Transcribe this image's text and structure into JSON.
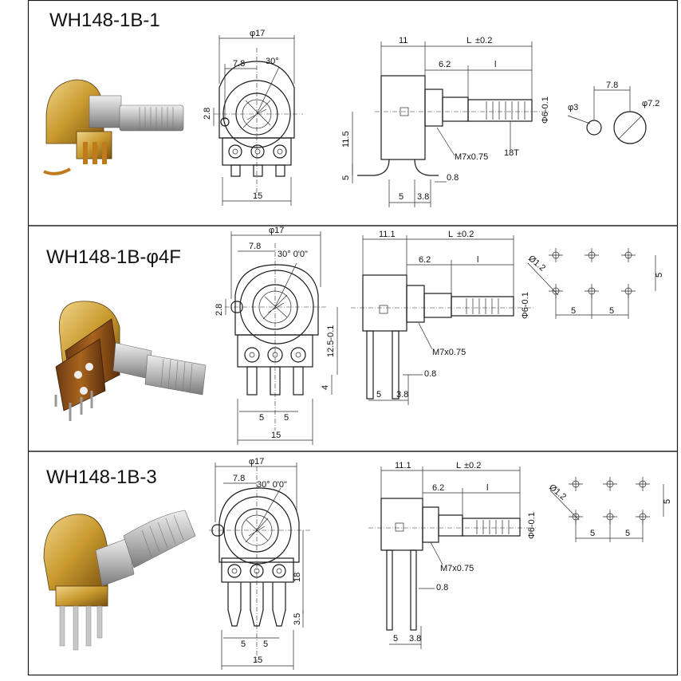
{
  "sections": [
    {
      "title": "WH148-1B-1",
      "front": {
        "d17": "φ17",
        "d7_8": "7.8",
        "angle": "30°",
        "d2_8": "2.8",
        "d15": "15"
      },
      "side": {
        "d11": "11",
        "L": "L",
        "Ltol": "±0.2",
        "d6_2": "6.2",
        "l": "l",
        "d11_5": "11.5",
        "d5a": "5",
        "d5b": "5",
        "d3_8": "3.8",
        "d0_8": "0.8",
        "thread": "M7x0.75",
        "knurl": "18T",
        "shaft": "Φ6-0.1"
      },
      "holes": {
        "d7_8": "7.8",
        "d3": "φ3",
        "d7_2": "φ7.2"
      }
    },
    {
      "title": "WH148-1B-φ4F",
      "front": {
        "d17": "φ17",
        "d7_8": "7.8",
        "angle": "30° 0'0\"",
        "d2_8": "2.8",
        "d12_5": "12.5-0.1",
        "d4": "4",
        "d5a": "5",
        "d5b": "5",
        "d15": "15"
      },
      "side": {
        "d11": "11.1",
        "L": "L",
        "Ltol": "±0.2",
        "d6_2": "6.2",
        "l": "l",
        "d5": "5",
        "d3_8": "3.8",
        "d0_8": "0.8",
        "thread": "M7x0.75",
        "shaft": "Φ6-0.1"
      },
      "holes": {
        "d1_2": "Ø1.2",
        "d5v": "5",
        "d5a": "5",
        "d5b": "5"
      }
    },
    {
      "title": "WH148-1B-3",
      "front": {
        "d17": "φ17",
        "d7_8": "7.8",
        "angle": "30° 0'0\"",
        "d18": "18",
        "d3_5": "3.5",
        "d5a": "5",
        "d5b": "5",
        "d15": "15"
      },
      "side": {
        "d11": "11.1",
        "L": "L",
        "Ltol": "±0.2",
        "d6_2": "6.2",
        "l": "l",
        "d5": "5",
        "d3_8": "3.8",
        "d0_8": "0.8",
        "thread": "M7x0.75",
        "shaft": "Φ6-0.1"
      },
      "holes": {
        "d1_2": "Ø1.2",
        "d5v": "5",
        "d5a": "5",
        "d5b": "5"
      }
    }
  ],
  "colors": {
    "body": "#c99a2e",
    "body_dark": "#8a5a12",
    "metal": "#c8c8c8",
    "metal_dark": "#8c8c8c",
    "pin": "#c07a1c",
    "border": "#222222"
  }
}
